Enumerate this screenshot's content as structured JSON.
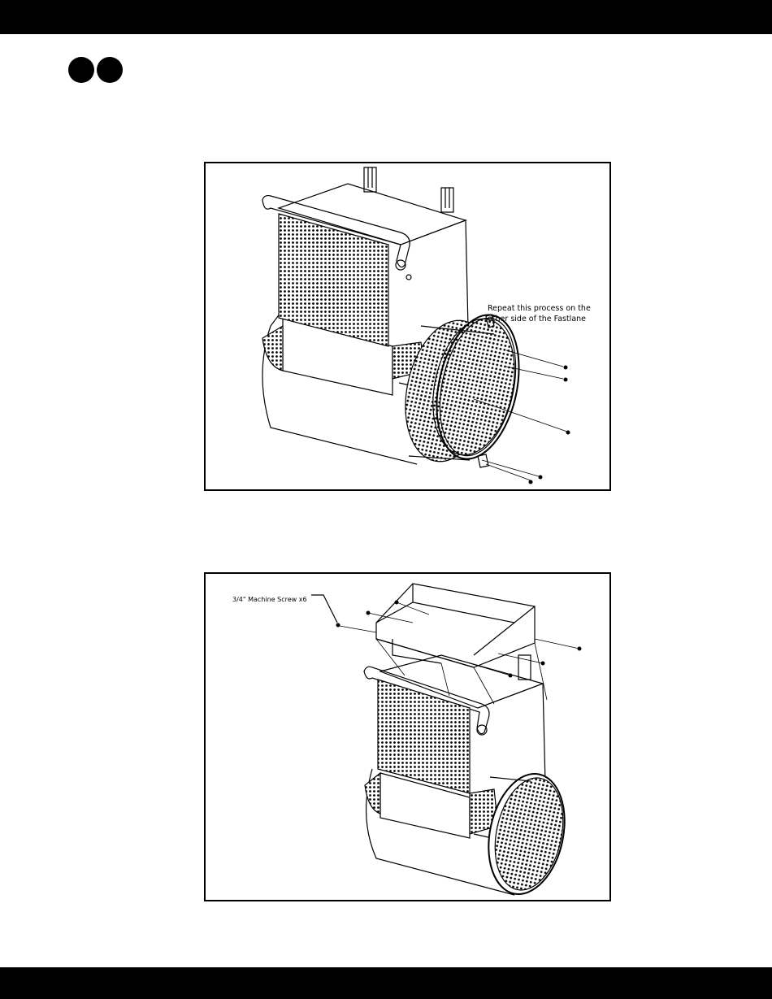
{
  "step_markers": [
    "",
    ""
  ],
  "figures": [
    {
      "callout": {
        "line1": "Repeat this process on the",
        "line2": "other side of the Fastlane"
      }
    },
    {
      "callout": {
        "text": "3/4\" Machine Screw x6"
      }
    }
  ],
  "colors": {
    "bar": "#000000",
    "line": "#000000"
  }
}
